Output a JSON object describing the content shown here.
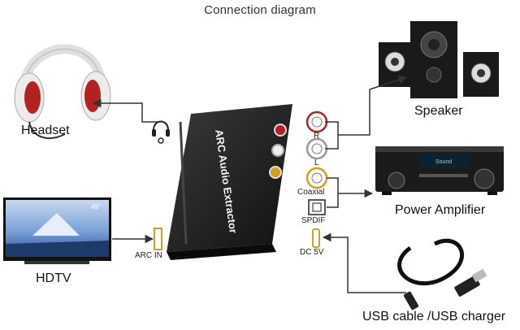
{
  "diagram": {
    "title": "Connection diagram",
    "device_label": "ARC Audio Extractor",
    "devices": {
      "headset": "Headset",
      "hdtv": "HDTV",
      "speaker": "Speaker",
      "amplifier": "Power Amplifier",
      "usb": "USB cable /USB charger"
    },
    "ports": {
      "arc_in": "ARC IN",
      "r": "R",
      "l": "L",
      "coaxial": "Coaxial",
      "spdif": "SPDIF",
      "dc5v": "DC 5V"
    },
    "tv_screen_text": "49\"",
    "amp_display_text": "Sound",
    "colors": {
      "arrow": "#333333",
      "box": "#1c1c1c",
      "r_ring": "#b22222",
      "coax_ring": "#d4a017",
      "hdmi_port": "#c9a227"
    }
  }
}
